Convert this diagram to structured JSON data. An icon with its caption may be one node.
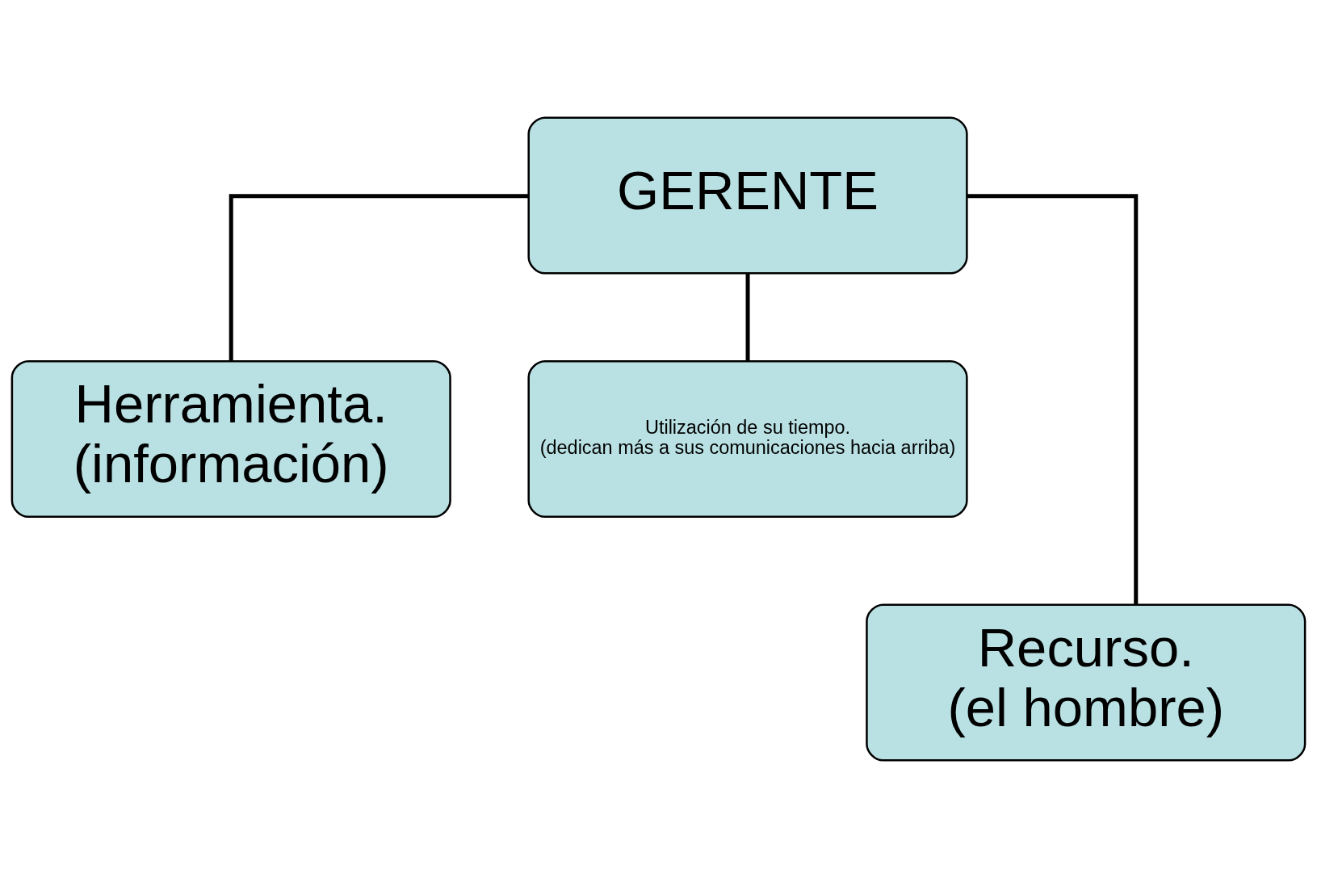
{
  "diagram": {
    "nodes": [
      {
        "text": [
          "GERENTE"
        ]
      },
      {
        "text": [
          "Herramienta. (información)"
        ]
      },
      {
        "text": [
          "Utilización de su tiempo. (dedican más a sus comunicaciones hacia arriba)"
        ]
      },
      {
        "text": [
          "Recurso. (el hombre)"
        ]
      }
    ],
    "edges": [
      {
        "from": 0,
        "to": 1,
        "arrow": "none"
      },
      {
        "from": 0,
        "to": 2,
        "arrow": "none"
      },
      {
        "from": 0,
        "to": 3,
        "arrow": "none"
      }
    ]
  }
}
